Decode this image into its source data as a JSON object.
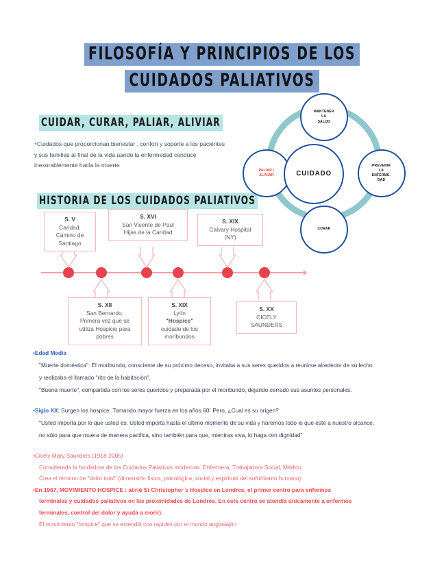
{
  "document": {
    "title_line1": "FILOSOFÍA Y PRINCIPIOS DE LOS",
    "title_line2": "CUIDADOS PALIATIVOS"
  },
  "colors": {
    "title_highlight": "#7f9fcc",
    "heading_highlight": "#b7e4e4",
    "ring_teal": "#8fc7cd",
    "circle_navy": "#1f4f9c",
    "accent_red": "#e8312a",
    "timeline_dot": "#e8424f",
    "timeline_box_border": "#f6b7bd",
    "blue_text": "#2f5fbf",
    "red_text": "#f4626a"
  },
  "sections": {
    "cuidar": {
      "heading": "CUIDAR, CURAR, PALIAR, ALIVIAR",
      "bullet": "•",
      "paragraph": "Cuidados que proporcionan bienestar , confort y soporte a los pacientes y sus familias al final de la vida uando la enfermedad conduce inexorablemente hacia la muerte"
    },
    "historia": {
      "heading": "HISTORIA DE LOS CUIDADOS PALIATIVOS"
    }
  },
  "diagram": {
    "center": "CUIDADO",
    "nodes": [
      {
        "id": "mantener",
        "lines": [
          "MANTENER",
          "LA",
          "SALUD"
        ],
        "color": "#111111"
      },
      {
        "id": "prevenir",
        "lines": [
          "PREVENIR",
          "LA",
          "ENFERME-",
          "DAD"
        ],
        "color": "#111111"
      },
      {
        "id": "curar",
        "lines": [
          "CURAR"
        ],
        "color": "#111111"
      },
      {
        "id": "paliar",
        "lines": [
          "PALIAR /",
          "ALIVIAR"
        ],
        "color": "#e8312a"
      }
    ]
  },
  "timeline": {
    "dots_count": 6,
    "boxes_above": [
      {
        "header": "S. V",
        "lines": [
          "Caridad.",
          "Camino de",
          "Santiago"
        ]
      },
      {
        "header": "S. XVI",
        "lines": [
          "San Vicente de Paúl",
          "Hijas de la Caridad"
        ]
      },
      {
        "header": "S. XIX",
        "lines": [
          "Calvary Hospital",
          "(NY)"
        ]
      }
    ],
    "boxes_below": [
      {
        "header": "S. XII",
        "lines": [
          "San Bernardo.",
          "Primera vez que se",
          "utiliza Hospicio para",
          "pobres"
        ]
      },
      {
        "header": "S. XIX",
        "lines": [
          "Lyón",
          "\"Hospice\"",
          "cuidado de los",
          "moribundos"
        ],
        "bold_line_index": 1
      },
      {
        "header": "S. XX",
        "lines": [
          "CICELY",
          "SAUNDERS"
        ]
      }
    ]
  },
  "notes": {
    "edad_media": {
      "bullet": "•",
      "heading": "Edad Media",
      "lines": [
        "\"Muerte doméstica\": El moribundo, consciente de su próximo deceso, invitaba a sus seres queridos a reunirse alrededor de su lecho",
        "y realizaba el llamado \"rito de la habitación\".",
        "\"Buena muerte\", compartida con los seres queridos y preparada por el moribundo, dejando cerrado sus asuntos personales."
      ]
    },
    "siglo_xx": {
      "bullet": "•",
      "heading": "Siglo XX",
      "heading_rest": ": Surgen los hospice. Tomando mayor fuerza en los años 60´ Pero, ¿Cual es su origen?",
      "lines": [
        "\"Usted importa por lo que usted es. Usted importa hasta el último momento de su vida y haremos todo lo que esté a nuestro alcance,",
        "no sólo para que muera de manera pacifica, sino también para que, mientras viva, lo haga con dignidad\""
      ]
    },
    "cicely": {
      "bullet": "•",
      "heading": "Cicely Mary Saunders (1918-2005)",
      "lines": [
        "Considerada la fundadora de los Cuidados Paliativos modernos. Enfermera, Trabajadora Social, Médico.",
        "Crea el término de \"dolor total\" (dimensión física, psicológica, social y espiritual del sufrimiento humano)"
      ]
    },
    "hospice_1967": {
      "bullet": "•",
      "lines": [
        "En 1967, MOVIMIENTO HOSPICE : abrió St Christopher´s Hospice en Londres, el primer centro para enfermos",
        "terminales y cuidados paliativos en las proximidades de Londres. En este centro se atendía únicamente a enfermos",
        "terminales, control del dolor y ayuda a morir)."
      ],
      "footer": "El movimiento \"hospice\" que se extendió con rapidez por el mundo anglosajón"
    }
  }
}
